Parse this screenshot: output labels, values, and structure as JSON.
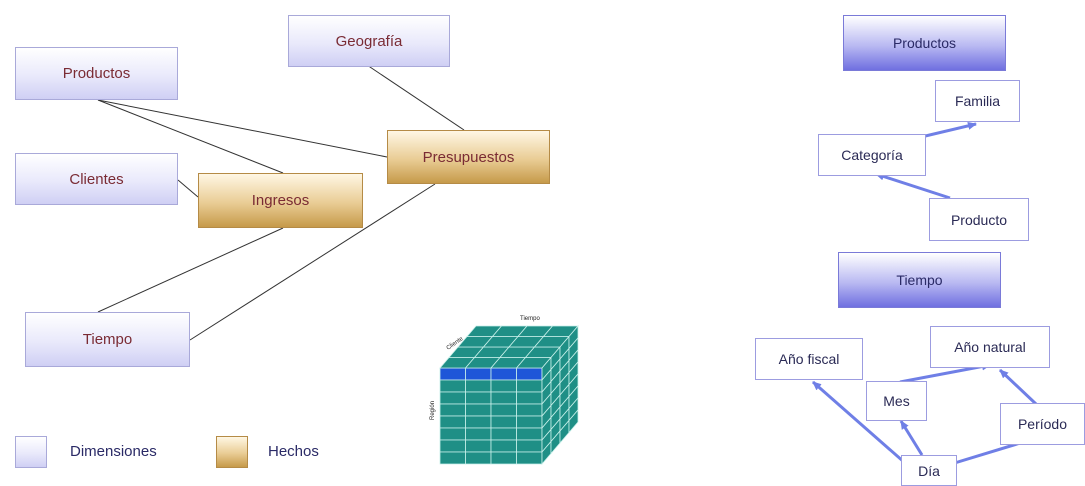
{
  "star": {
    "dimensions": {
      "productos": "Productos",
      "geografia": "Geografía",
      "clientes": "Clientes",
      "tiempo": "Tiempo"
    },
    "facts": {
      "ingresos": "Ingresos",
      "presupuestos": "Presupuestos"
    }
  },
  "legend": {
    "dimensions_label": "Dimensiones",
    "facts_label": "Hechos"
  },
  "cube": {
    "label_top": "Tiempo",
    "label_side": "Cliente",
    "label_left": "Región",
    "top_face_color": "#1e56d8",
    "cell_color": "#1f8f86",
    "grid_color": "#c8f0ea"
  },
  "hierarchies": {
    "products": {
      "header": "Productos",
      "levels": {
        "familia": "Familia",
        "categoria": "Categoría",
        "producto": "Producto"
      }
    },
    "time": {
      "header": "Tiempo",
      "levels": {
        "anio_fiscal": "Año fiscal",
        "anio_natural": "Año natural",
        "mes": "Mes",
        "periodo": "Período",
        "dia": "Día"
      }
    }
  },
  "colors": {
    "arrow": "#6f7fe6",
    "line": "#333333"
  }
}
